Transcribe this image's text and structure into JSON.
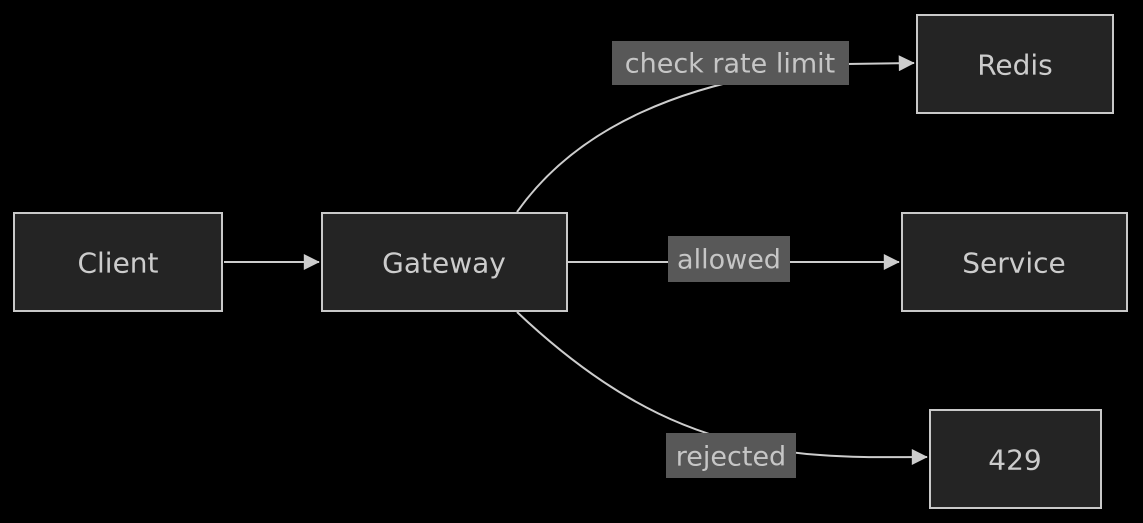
{
  "diagram": {
    "type": "flowchart",
    "direction": "left-to-right",
    "colors": {
      "background": "#000000",
      "node_fill": "#242424",
      "node_border": "#c9c9c9",
      "node_text": "#cccccc",
      "edge_stroke": "#cdcdcd",
      "edge_label_bg": "#585858",
      "edge_label_text": "#c6c6c6"
    },
    "nodes": [
      {
        "id": "client",
        "label": "Client"
      },
      {
        "id": "gateway",
        "label": "Gateway"
      },
      {
        "id": "redis",
        "label": "Redis"
      },
      {
        "id": "service",
        "label": "Service"
      },
      {
        "id": "status-429",
        "label": "429"
      }
    ],
    "edges": [
      {
        "from": "client",
        "to": "gateway",
        "label": ""
      },
      {
        "from": "gateway",
        "to": "redis",
        "label": "check rate limit"
      },
      {
        "from": "gateway",
        "to": "service",
        "label": "allowed"
      },
      {
        "from": "gateway",
        "to": "status-429",
        "label": "rejected"
      }
    ]
  }
}
